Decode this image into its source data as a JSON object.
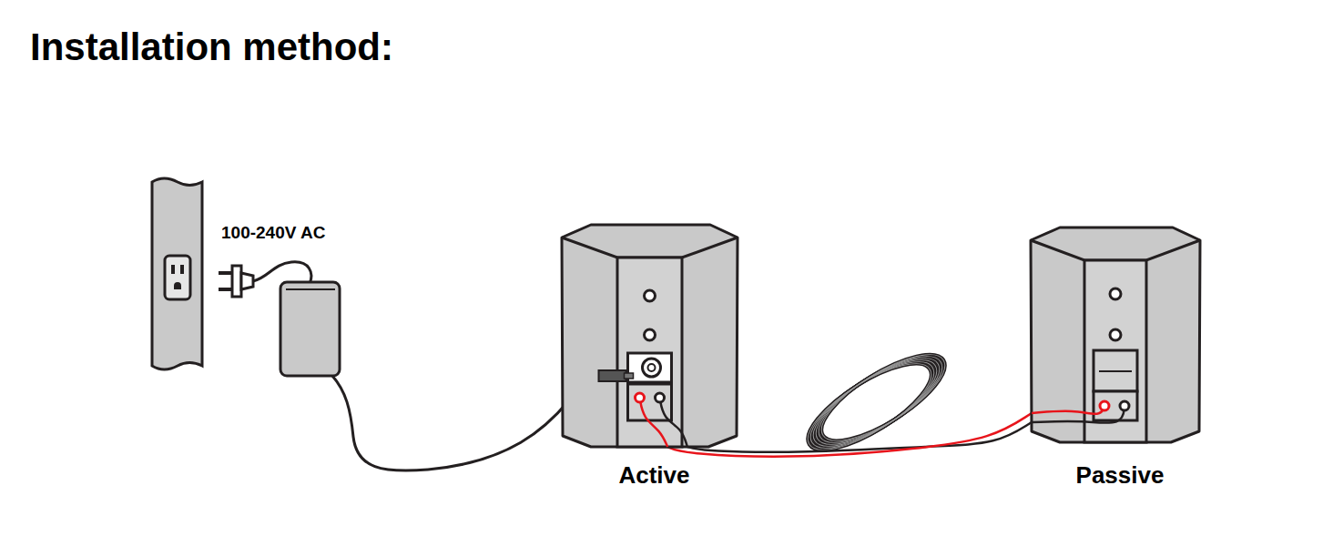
{
  "diagram": {
    "title": "Installation method:",
    "nodes": [
      {
        "text": [
          "Active"
        ]
      },
      {
        "text": [
          "Passive"
        ]
      }
    ],
    "edges": [
      {
        "from": 0,
        "to": 1,
        "arrow": "none"
      }
    ],
    "labels": [
      "100-240V AC"
    ]
  }
}
